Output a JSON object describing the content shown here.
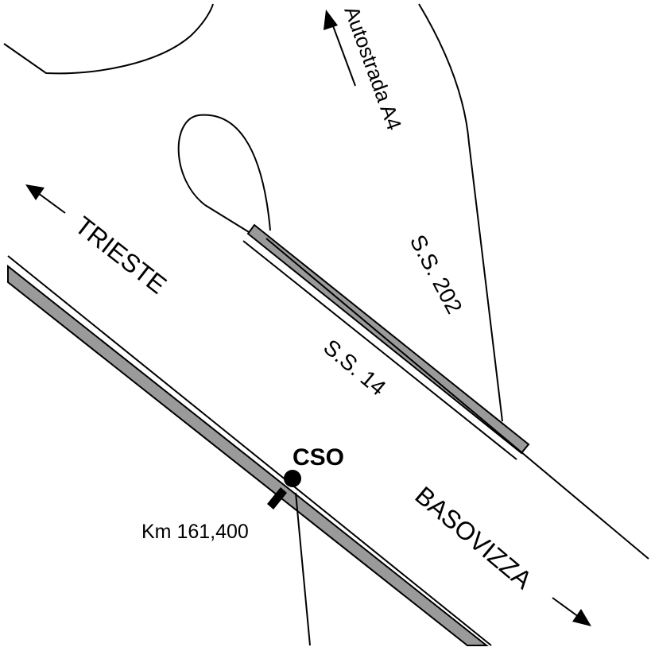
{
  "labels": {
    "autostrada": "Autostrada A4",
    "trieste": "TRIESTE",
    "ss202": "S.S. 202",
    "ss14": "S.S. 14",
    "cso": "CSO",
    "km": "Km 161,400",
    "basovizza": "BASOVIZZA"
  },
  "colors": {
    "line": "#000000",
    "rail_fill": "#9a9a9a",
    "background": "#ffffff"
  },
  "icons": {
    "station_marker": "filled-circle",
    "km_marker": "rectangle-post",
    "direction_arrow": "arrow-head"
  }
}
